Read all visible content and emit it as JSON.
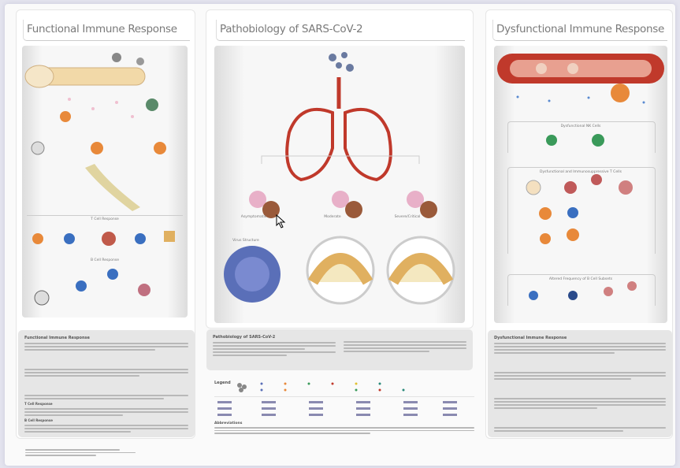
{
  "panels": {
    "left": {
      "title": "Functional Immune Response",
      "sections": [
        "T Cell Response",
        "B Cell Response"
      ],
      "text_heading": "Functional Immune Response",
      "text_subheadings": [
        "T Cell Response",
        "B Cell Response"
      ]
    },
    "middle": {
      "title": "Pathobiology of SARS-CoV-2",
      "labels": [
        "Asymptomatic",
        "Moderate",
        "Severe/Critical",
        "Virus Structure"
      ],
      "text_heading": "Pathobiology of SARS-CoV-2",
      "legend_label": "Legend",
      "abbreviations_label": "Abbreviations"
    },
    "right": {
      "title": "Dysfunctional Immune Response",
      "sections": [
        "Dysfunctional NK Cells",
        "Dysfunctional and Immunosuppressive T Cells",
        "Altered Frequency of B Cell Subsets"
      ],
      "text_heading": "Dysfunctional Immune Response"
    }
  },
  "colors": {
    "accent_red": "#c0392b",
    "cell_orange": "#e8893a",
    "cell_blue": "#3a6fc0",
    "lung_red": "#c0392b",
    "virus_blue": "#5a6fb8"
  }
}
